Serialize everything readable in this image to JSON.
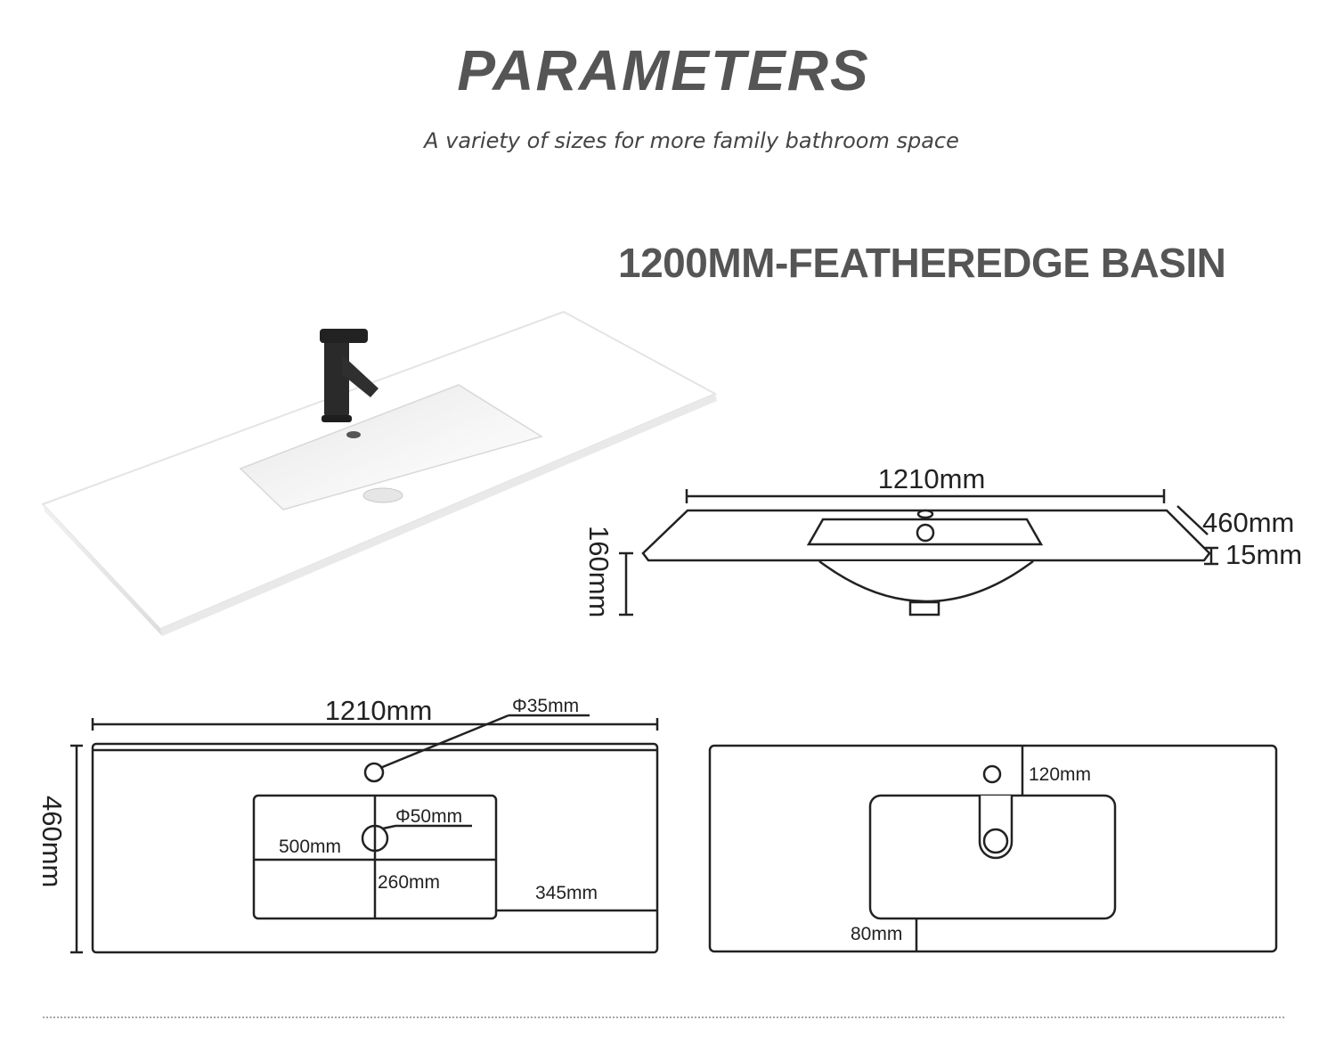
{
  "header": {
    "title": "PARAMETERS",
    "subtitle": "A variety of sizes for more family bathroom space"
  },
  "product": {
    "name": "1200MM-FEATHEREDGE BASIN"
  },
  "side_view": {
    "width": "1210mm",
    "depth": "460mm",
    "edge": "15mm",
    "height": "160mm"
  },
  "top_view": {
    "width": "1210mm",
    "depth": "460mm",
    "tap_hole": "Φ35mm",
    "drain_hole": "Φ50mm",
    "bowl_length": "500mm",
    "bowl_depth": "260mm",
    "side_offset": "345mm"
  },
  "front_view": {
    "tap_offset": "120mm",
    "bottom_offset": "80mm"
  }
}
